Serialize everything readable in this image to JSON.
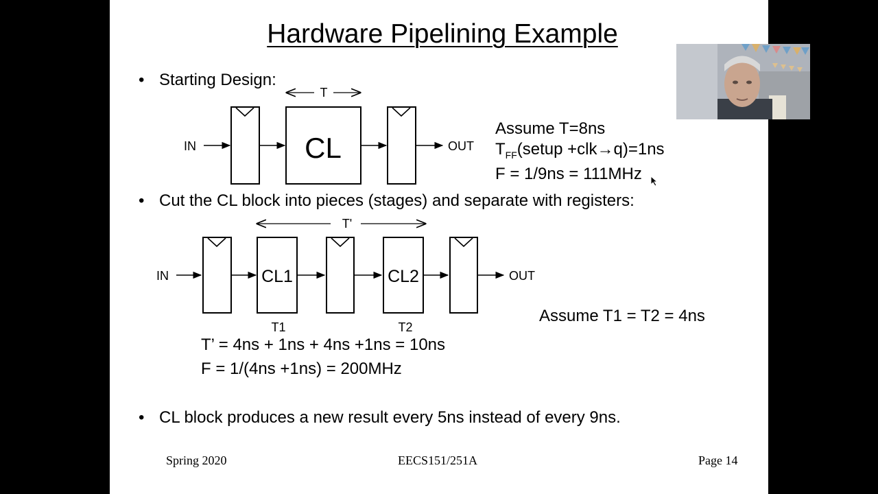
{
  "slide": {
    "title": "Hardware Pipelining Example",
    "bullets": {
      "b1": "Starting Design:",
      "b2": "Cut the CL block into pieces (stages) and separate with registers:",
      "b3": "CL block produces a new result every 5ns instead of every 9ns."
    },
    "bullet_char": "•",
    "diagram1": {
      "in_label": "IN",
      "out_label": "OUT",
      "cl_label": "CL",
      "t_label": "T"
    },
    "notes1": {
      "assume_t": "Assume T=8ns",
      "tff_main": "T",
      "tff_sub": "FF",
      "tff_rest": "(setup +clk→q)=1ns",
      "freq": "F = 1/9ns = 111MHz"
    },
    "diagram2": {
      "in_label": "IN",
      "out_label": "OUT",
      "cl1_label": "CL1",
      "cl2_label": "CL2",
      "tprime_label": "T'",
      "t1_label": "T1",
      "t2_label": "T2"
    },
    "notes2": {
      "assume_t1t2": "Assume T1 = T2 = 4ns",
      "tprime_eq": "T’ = 4ns + 1ns + 4ns +1ns = 10ns",
      "freq_eq": "F = 1/(4ns +1ns) = 200MHz"
    },
    "footer": {
      "left": "Spring 2020",
      "center": "EECS151/251A",
      "right": "Page 14"
    }
  }
}
